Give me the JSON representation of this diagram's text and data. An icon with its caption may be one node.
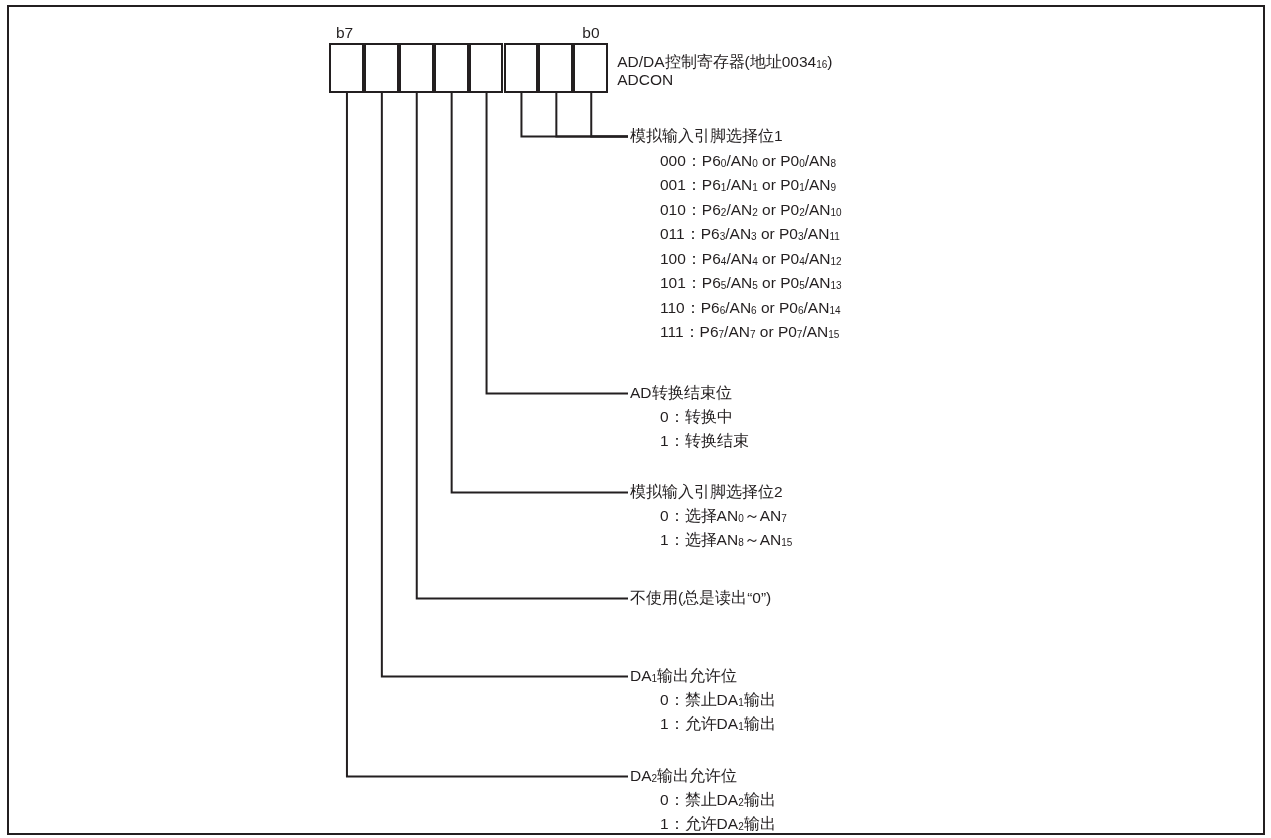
{
  "diagram": {
    "nodes": [
      {
        "text": [
          "AD/DA控制寄存器(地址0034$_{16}$)",
          "ADCON"
        ]
      },
      {
        "text": [],
        "shape": "box",
        "in": 0
      },
      {
        "text": [],
        "shape": "box",
        "in": 0
      },
      {
        "text": [],
        "shape": "box",
        "in": 0
      },
      {
        "text": [],
        "shape": "box",
        "in": 0
      },
      {
        "text": [],
        "shape": "box",
        "in": 0
      },
      {
        "text": [],
        "shape": "box",
        "in": 0
      },
      {
        "text": [],
        "shape": "box",
        "in": 0
      },
      {
        "text": [],
        "shape": "box",
        "in": 0
      },
      {
        "text": [
          "模拟输入引脚选择位1",
          "000：P6$_{0}$/AN$_{0}$ or P0$_{0}$/AN$_{8}$",
          "001：P6$_{1}$/AN$_{1}$ or P0$_{1}$/AN$_{9}$",
          "010：P6$_{2}$/AN$_{2}$ or P0$_{2}$/AN$_{10}$",
          "011：P6$_{3}$/AN$_{3}$ or P0$_{3}$/AN$_{11}$",
          "100：P6$_{4}$/AN$_{4}$ or P0$_{4}$/AN$_{12}$",
          "101：P6$_{5}$/AN$_{5}$ or P0$_{5}$/AN$_{13}$",
          "110：P6$_{6}$/AN$_{6}$ or P0$_{6}$/AN$_{14}$",
          "111：P6$_{7}$/AN$_{7}$ or P0$_{7}$/AN$_{15}$"
        ]
      },
      {
        "text": [
          "AD转换结束位",
          "0：转换中",
          "1：转换结束"
        ]
      },
      {
        "text": [
          "模拟输入引脚选择位2",
          "0：选择AN$_{0}$～AN$_{7}$",
          "1：选择AN$_{8}$～AN$_{15}$"
        ]
      },
      {
        "text": [
          "不使用(总是读出“0”)"
        ]
      },
      {
        "text": [
          "DA$_{1}$输出允许位",
          "0：禁止DA$_{1}$输出",
          "1：允许DA$_{1}$输出"
        ]
      },
      {
        "text": [
          "DA$_{2}$输出允许位",
          "0：禁止DA$_{2}$输出",
          "1：允许DA$_{2}$输出"
        ]
      }
    ],
    "edges": [
      {
        "from": 1,
        "to": 14,
        "arrow": "none"
      },
      {
        "from": 2,
        "to": 13,
        "arrow": "none"
      },
      {
        "from": 3,
        "to": 12,
        "arrow": "none"
      },
      {
        "from": 4,
        "to": 11,
        "arrow": "none"
      },
      {
        "from": 5,
        "to": 10,
        "arrow": "none"
      },
      {
        "from": 6,
        "to": 9,
        "arrow": "none"
      },
      {
        "from": 7,
        "to": 9,
        "arrow": "none"
      },
      {
        "from": 8,
        "to": 9,
        "arrow": "none"
      }
    ],
    "labels": [
      "b7",
      "b0"
    ]
  }
}
